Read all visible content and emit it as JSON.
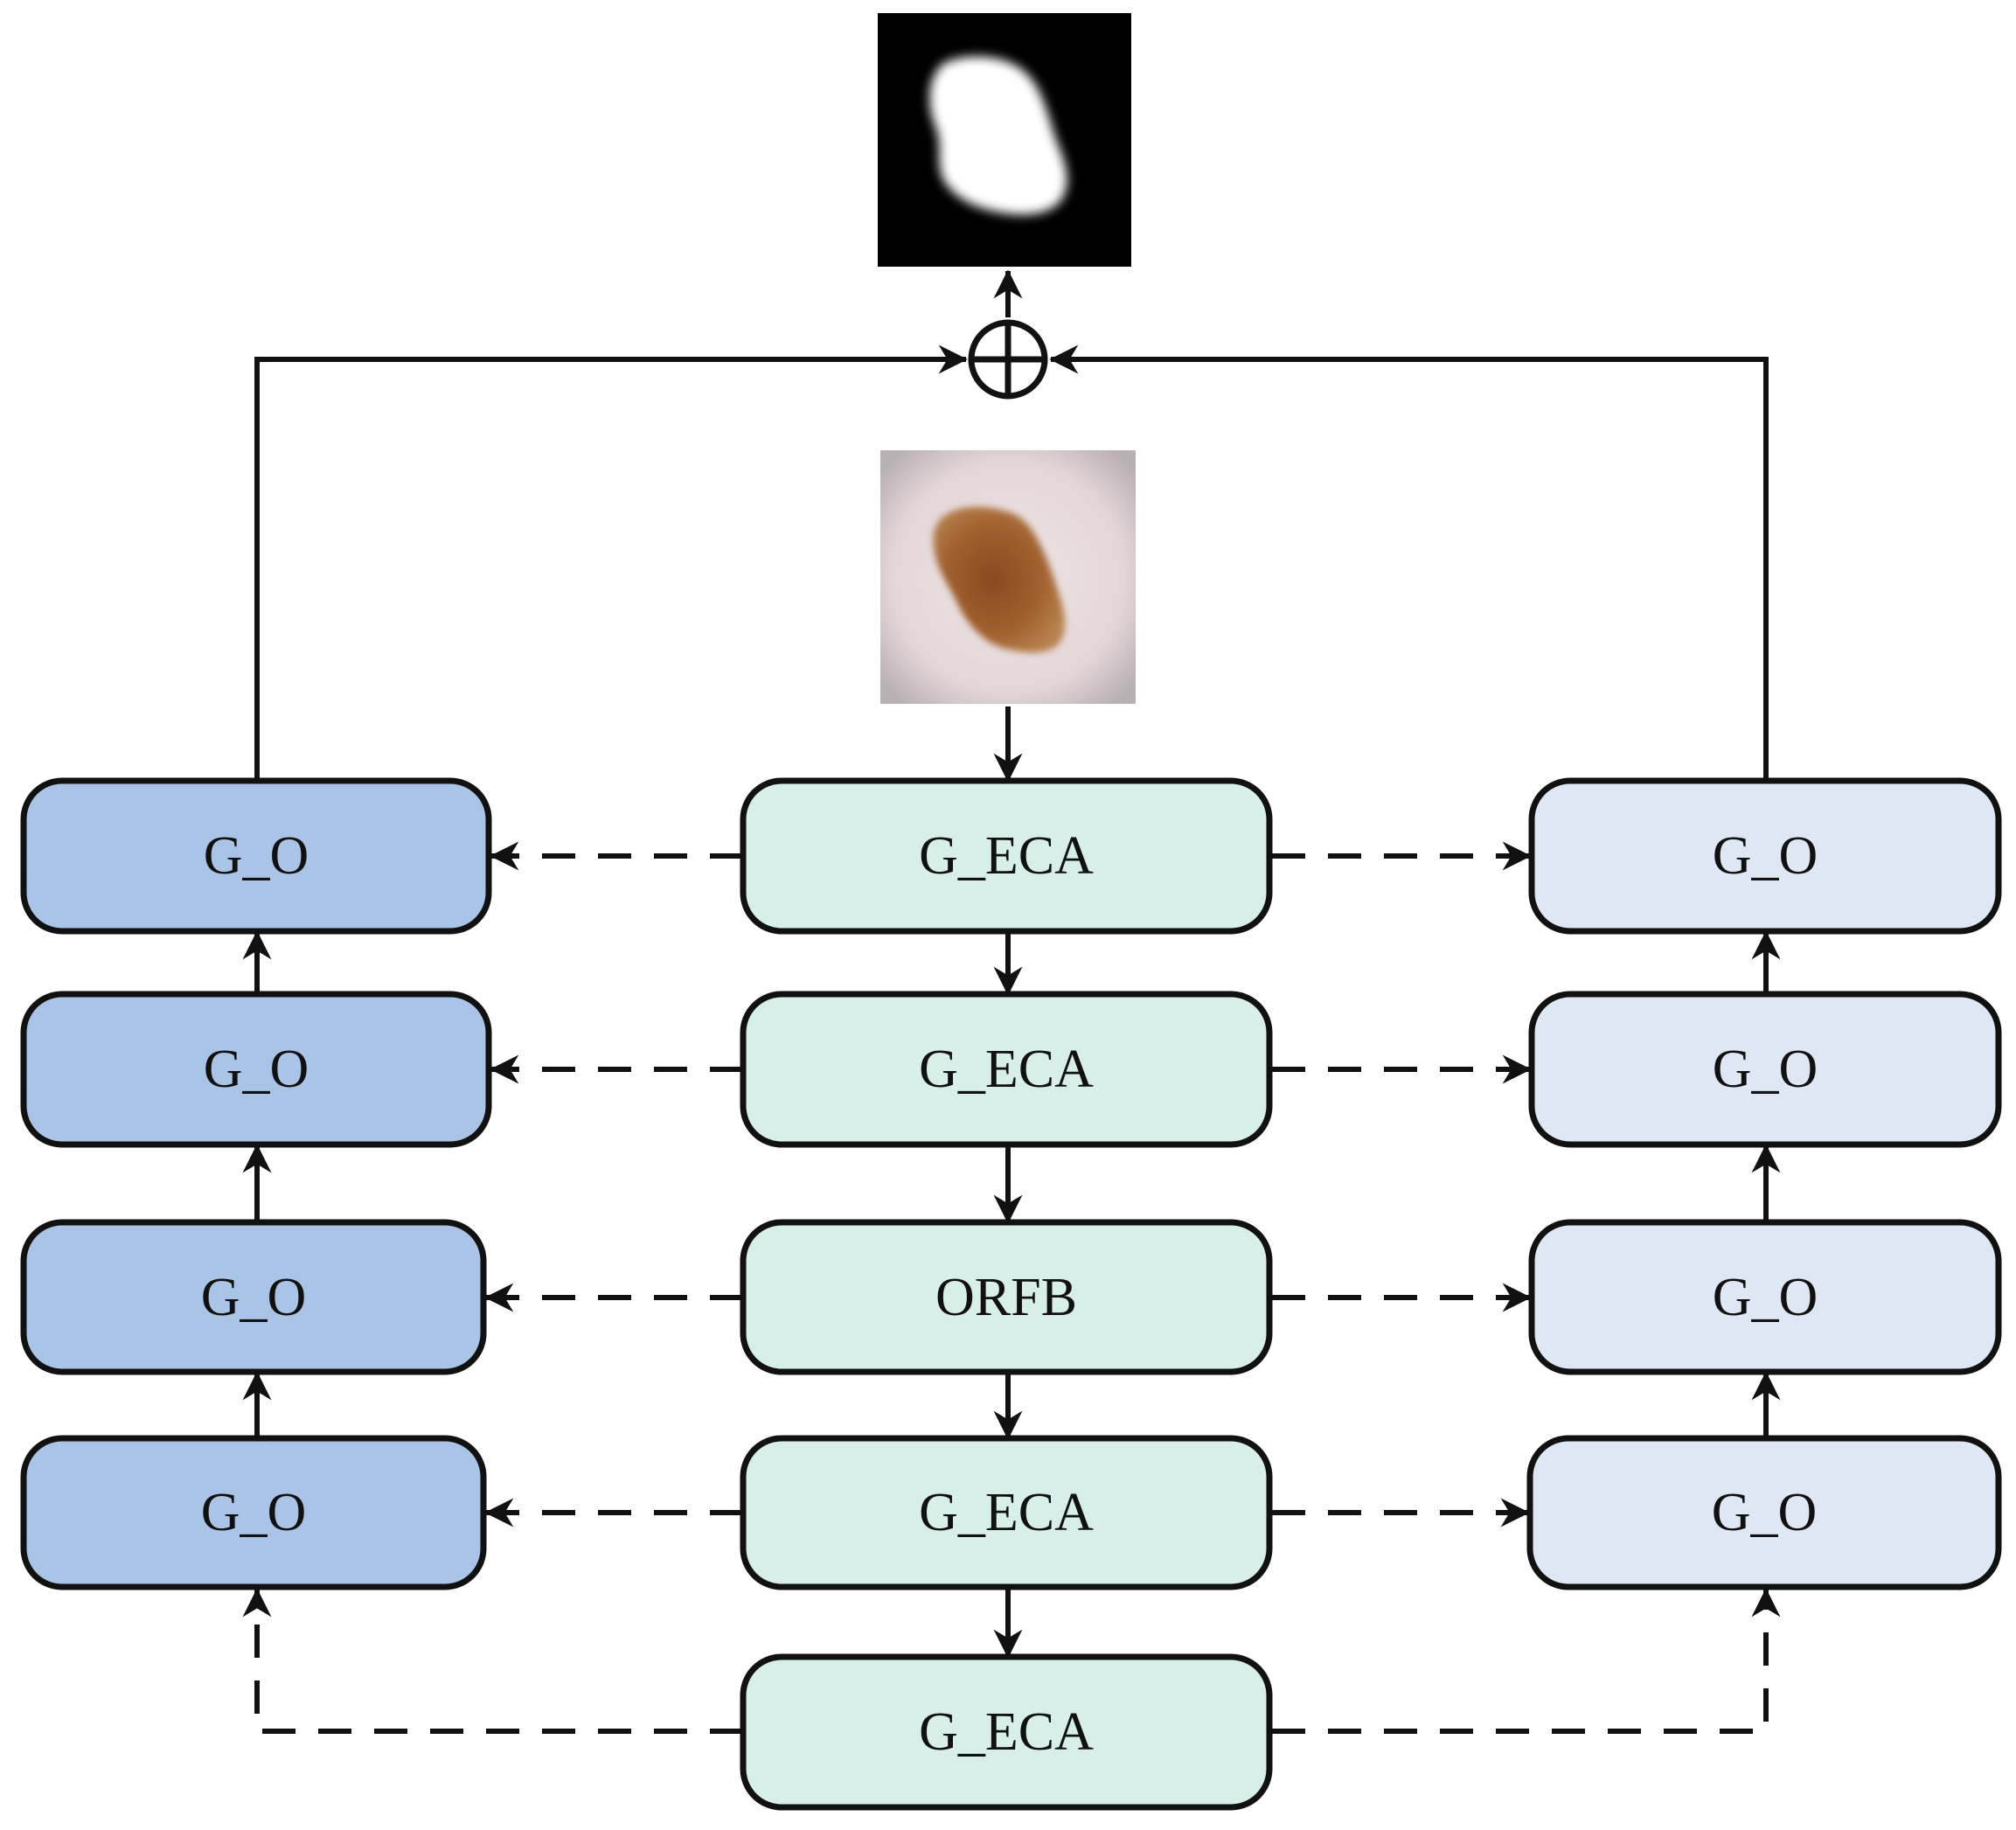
{
  "colors": {
    "left_column": "#a9c4e6",
    "center_column": "#d8eee8",
    "right_column": "#dee8f4",
    "stroke": "#111111"
  },
  "left": [
    {
      "label": "G_O"
    },
    {
      "label": "G_O"
    },
    {
      "label": "G_O"
    },
    {
      "label": "G_O"
    }
  ],
  "center": [
    {
      "label": "G_ECA"
    },
    {
      "label": "G_ECA"
    },
    {
      "label": "ORFB"
    },
    {
      "label": "G_ECA"
    },
    {
      "label": "G_ECA"
    }
  ],
  "right": [
    {
      "label": "G_O"
    },
    {
      "label": "G_O"
    },
    {
      "label": "G_O"
    },
    {
      "label": "G_O"
    }
  ],
  "icons": {
    "output": "segmentation-mask-image",
    "input": "dermoscopy-lesion-image",
    "fusion": "circle-plus-icon"
  }
}
